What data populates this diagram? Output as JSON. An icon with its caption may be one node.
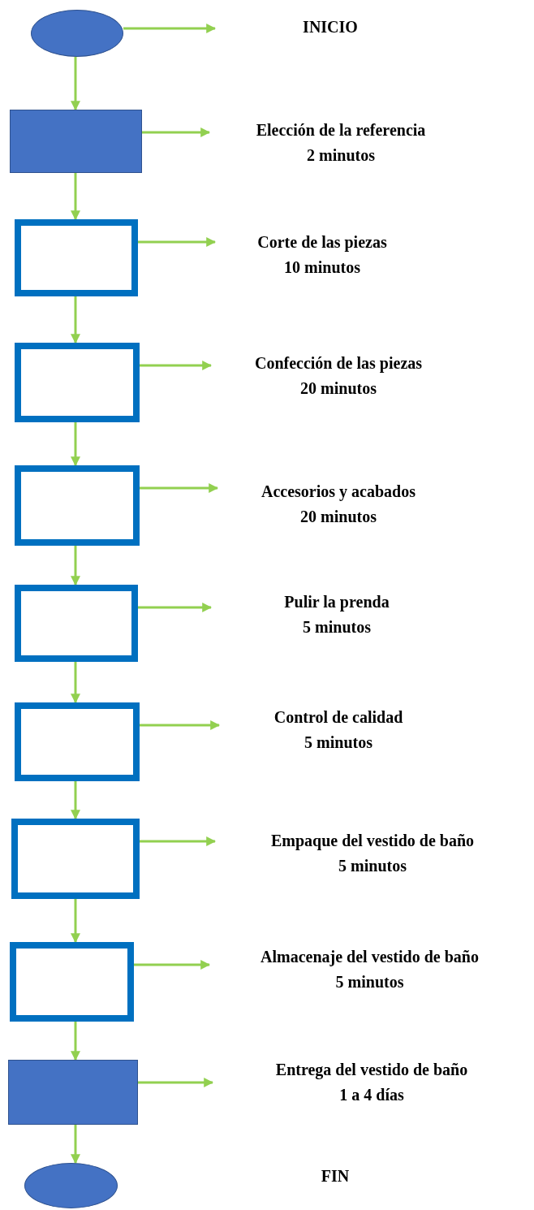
{
  "diagram": {
    "nodes": [
      {
        "text": [],
        "shape": "oval"
      },
      {
        "text": [
          "INICIO"
        ]
      },
      {
        "text": [],
        "shape": "box"
      },
      {
        "text": [
          "Elección de la referencia",
          "2 minutos"
        ]
      },
      {
        "text": [],
        "shape": "box"
      },
      {
        "text": [
          "Corte de las piezas",
          "10 minutos"
        ]
      },
      {
        "text": [],
        "shape": "box"
      },
      {
        "text": [
          "Confección de las piezas",
          "20 minutos"
        ]
      },
      {
        "text": [],
        "shape": "box"
      },
      {
        "text": [
          "Accesorios y acabados",
          "20 minutos"
        ]
      },
      {
        "text": [],
        "shape": "box"
      },
      {
        "text": [
          "Pulir la prenda",
          "5 minutos"
        ]
      },
      {
        "text": [],
        "shape": "box"
      },
      {
        "text": [
          "Control de calidad",
          "5 minutos"
        ]
      },
      {
        "text": [],
        "shape": "box"
      },
      {
        "text": [
          "Empaque del vestido de baño",
          "5 minutos"
        ]
      },
      {
        "text": [],
        "shape": "box"
      },
      {
        "text": [
          "Almacenaje del vestido de baño",
          "5 minutos"
        ]
      },
      {
        "text": [],
        "shape": "box"
      },
      {
        "text": [
          "Entrega del vestido de baño",
          "1 a 4 días"
        ]
      },
      {
        "text": [],
        "shape": "oval"
      },
      {
        "text": [
          "FIN"
        ]
      }
    ],
    "edges": [
      {
        "from": 0,
        "to": 1,
        "arrow": "to"
      },
      {
        "from": 0,
        "to": 2,
        "arrow": "to"
      },
      {
        "from": 2,
        "to": 3,
        "arrow": "to"
      },
      {
        "from": 2,
        "to": 4,
        "arrow": "to"
      },
      {
        "from": 4,
        "to": 5,
        "arrow": "to"
      },
      {
        "from": 4,
        "to": 6,
        "arrow": "to"
      },
      {
        "from": 6,
        "to": 7,
        "arrow": "to"
      },
      {
        "from": 6,
        "to": 8,
        "arrow": "to"
      },
      {
        "from": 8,
        "to": 9,
        "arrow": "to"
      },
      {
        "from": 8,
        "to": 10,
        "arrow": "to"
      },
      {
        "from": 10,
        "to": 11,
        "arrow": "to"
      },
      {
        "from": 10,
        "to": 12,
        "arrow": "to"
      },
      {
        "from": 12,
        "to": 13,
        "arrow": "to"
      },
      {
        "from": 12,
        "to": 14,
        "arrow": "to"
      },
      {
        "from": 14,
        "to": 15,
        "arrow": "to"
      },
      {
        "from": 14,
        "to": 16,
        "arrow": "to"
      },
      {
        "from": 16,
        "to": 17,
        "arrow": "to"
      },
      {
        "from": 16,
        "to": 18,
        "arrow": "to"
      },
      {
        "from": 18,
        "to": 19,
        "arrow": "to"
      },
      {
        "from": 18,
        "to": 20,
        "arrow": "to"
      }
    ]
  }
}
